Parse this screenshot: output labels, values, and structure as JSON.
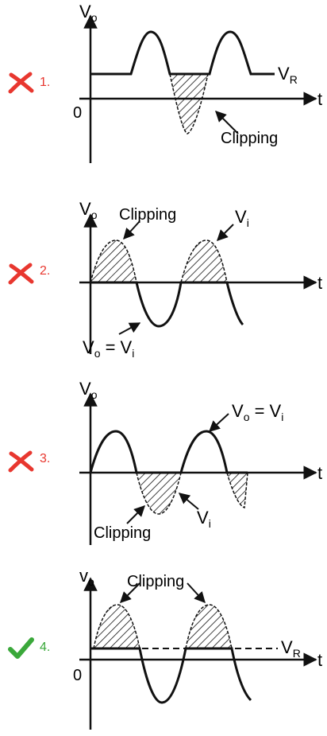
{
  "options": [
    {
      "number": "1.",
      "status": "incorrect",
      "labels": {
        "y_axis": "V",
        "y_sub": "o",
        "origin": "0",
        "x_axis": "t",
        "reference": "V",
        "reference_sub": "R",
        "clipping": "Clipping"
      }
    },
    {
      "number": "2.",
      "status": "incorrect",
      "labels": {
        "y_axis": "V",
        "y_sub": "o",
        "x_axis": "t",
        "clipping": "Clipping",
        "vi": "V",
        "vi_sub": "i",
        "eq_left": "V",
        "eq_left_sub": "o",
        "eq_mid": " = V",
        "eq_right_sub": "i"
      }
    },
    {
      "number": "3.",
      "status": "incorrect",
      "labels": {
        "y_axis": "V",
        "y_sub": "o",
        "x_axis": "t",
        "eq_left": "V",
        "eq_left_sub": "o",
        "eq_mid": " = V",
        "eq_right_sub": "i",
        "clipping": "Clipping",
        "vi": "V",
        "vi_sub": "i"
      }
    },
    {
      "number": "4.",
      "status": "correct",
      "labels": {
        "y_axis": "v",
        "y_sub": "o",
        "origin": "0",
        "x_axis": "t",
        "clipping": "Clipping",
        "reference": "V",
        "reference_sub": "R"
      }
    }
  ],
  "colors": {
    "incorrect": "#e8372f",
    "correct": "#3aa83a",
    "ink": "#111111"
  },
  "icons": {
    "incorrect": "cross-icon",
    "correct": "checkmark-icon"
  }
}
